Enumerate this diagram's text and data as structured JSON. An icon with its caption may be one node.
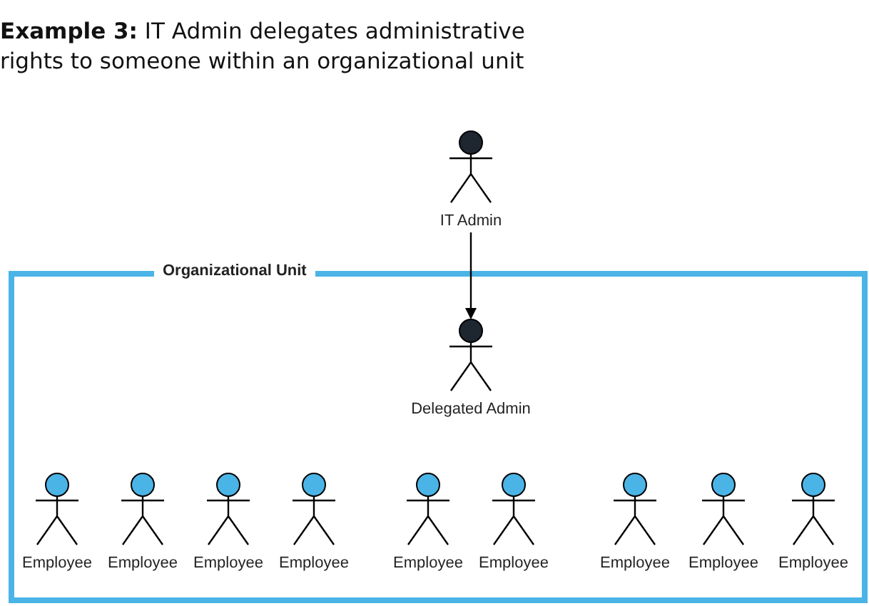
{
  "diagram": {
    "title": "**Example 3:** IT Admin delegates administrative rights to someone within an organizational unit",
    "nodes": [
      {
        "text": [
          "IT Admin"
        ]
      },
      {
        "text": [
          "Organizational Unit"
        ]
      },
      {
        "text": [
          "Delegated Admin"
        ],
        "in": 1
      },
      {
        "text": [
          "Employee"
        ],
        "in": 1
      },
      {
        "text": [
          "Employee"
        ],
        "in": 1
      },
      {
        "text": [
          "Employee"
        ],
        "in": 1
      },
      {
        "text": [
          "Employee"
        ],
        "in": 1
      },
      {
        "text": [
          "Employee"
        ],
        "in": 1
      },
      {
        "text": [
          "Employee"
        ],
        "in": 1
      },
      {
        "text": [
          "Employee"
        ],
        "in": 1
      },
      {
        "text": [
          "Employee"
        ],
        "in": 1
      },
      {
        "text": [
          "Employee"
        ],
        "in": 1
      }
    ],
    "edges": [
      {
        "from": 0,
        "to": 2,
        "arrow": "to"
      }
    ]
  }
}
